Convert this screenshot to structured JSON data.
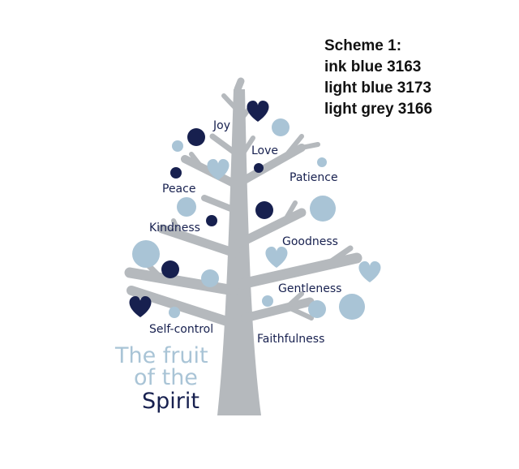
{
  "scheme": {
    "title": "Scheme 1:",
    "colors": [
      {
        "label": "ink blue 3163",
        "hex": "#17204f"
      },
      {
        "label": "light blue 3173",
        "hex": "#a9c4d6"
      },
      {
        "label": "light grey 3166",
        "hex": "#b5b9bd"
      }
    ]
  },
  "fruits": [
    "Joy",
    "Love",
    "Peace",
    "Patience",
    "Kindness",
    "Goodness",
    "Gentleness",
    "Self-control",
    "Faithfulness"
  ],
  "title": {
    "line1": "The fruit",
    "line2": "of the",
    "line3": "Spirit"
  },
  "colors": {
    "ink_blue": "#17204f",
    "light_blue": "#a9c4d6",
    "light_grey": "#b5b9bd"
  }
}
